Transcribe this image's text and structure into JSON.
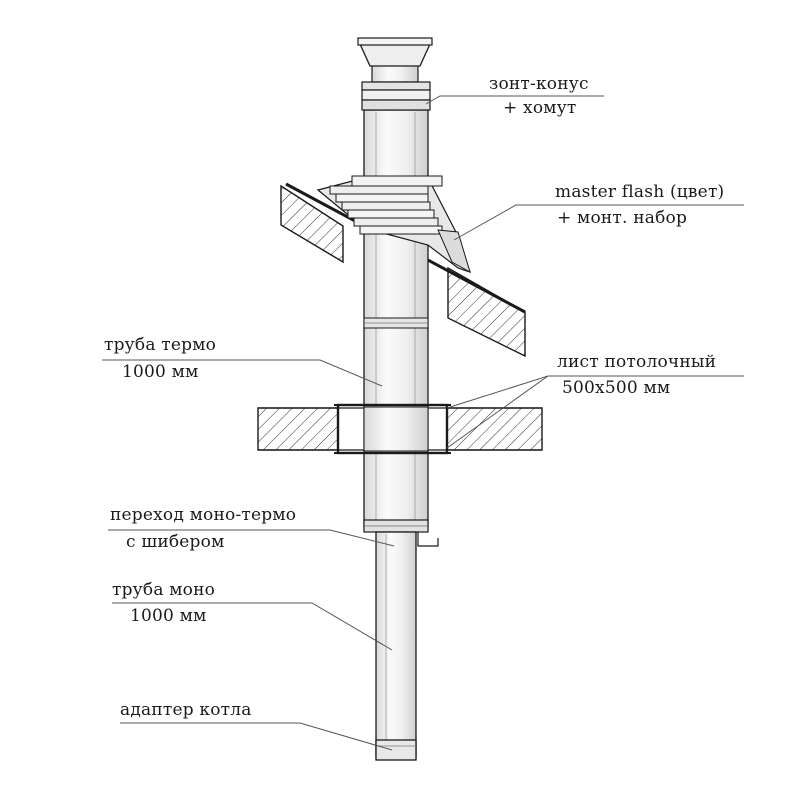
{
  "labels": {
    "cone": {
      "line1": "зонт-конус",
      "line2": "+ хомут"
    },
    "flash": {
      "line1": "master flash (цвет)",
      "line2": "+ монт. набор"
    },
    "pipe_thermo": {
      "line1": "труба термо",
      "line2": "1000 мм"
    },
    "ceiling_sheet": {
      "line1": "лист потолочный",
      "line2": "500x500 мм"
    },
    "transition": {
      "line1": "переход моно-термо",
      "line2": "с шибером"
    },
    "pipe_mono": {
      "line1": "труба моно",
      "line2": "1000 мм"
    },
    "boiler_adapter": {
      "line1": "адаптер котла"
    }
  },
  "colors": {
    "line": "#1a1a1a",
    "pipe_fill": "#f2f2f2",
    "hatch": "#333333"
  }
}
